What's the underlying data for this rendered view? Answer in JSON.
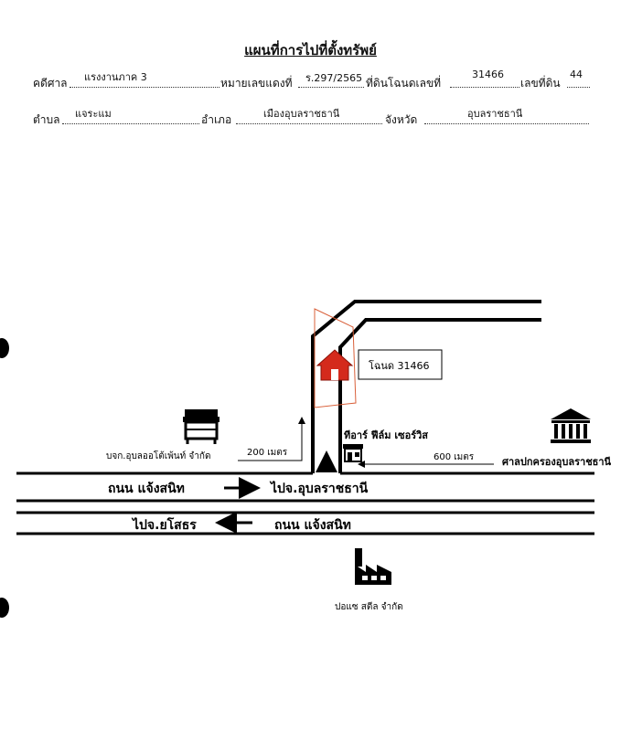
{
  "document": {
    "title": "แผนที่การไปที่ตั้งทรัพย์",
    "row1": {
      "court_label": "คดีศาล",
      "court_value": "แรงงานภาค 3",
      "case_label": "หมายเลขแดงที่",
      "case_value": "ร.297/2565",
      "deed_label": "ที่ดินโฉนดเลขที่",
      "deed_value": "31466",
      "land_label": "เลขที่ดิน",
      "land_value": "44"
    },
    "row2": {
      "subdistrict_label": "ตำบล",
      "subdistrict_value": "แจระแม",
      "district_label": "อำเภอ",
      "district_value": "เมืองอุบลราชธานี",
      "province_label": "จังหวัด",
      "province_value": "อุบลราชธานี"
    }
  },
  "map": {
    "deed_box_label": "โฉนด 31466",
    "company_left_label": "บจก.อุบลออโต้เพ้นท์ จำกัด",
    "distance_left": "200 เมตร",
    "shop_label": "ทีอาร์ ฟีล์ม เซอร์วิส",
    "distance_right": "600 เมตร",
    "government_label": "ศาลปกครองอุบลราชธานี",
    "road_top_name": "ถนน แจ้งสนิท",
    "road_top_direction": "ไปจ.อุบลราชธานี",
    "road_bottom_direction": "ไปจ.ยโสธร",
    "road_bottom_name": "ถนน แจ้งสนิท",
    "factory_label": "ปอแซ สตีล จำกัด",
    "icons": {
      "house": "house-icon",
      "market_stall": "market-stall-icon",
      "shop": "shop-icon",
      "government": "government-building-icon",
      "factory": "factory-icon"
    },
    "colors": {
      "house": "#d42a1c",
      "plot_outline": "#d9603a"
    }
  }
}
